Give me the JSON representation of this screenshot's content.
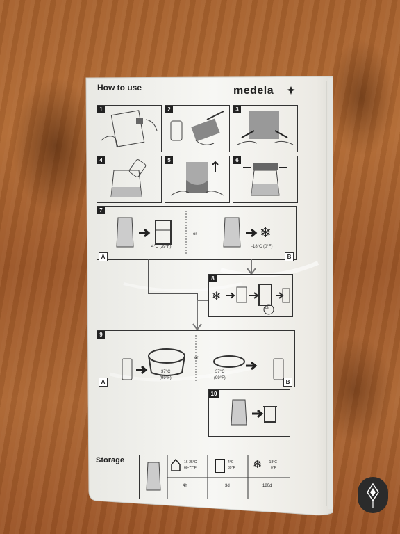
{
  "bag": {
    "header": "How to use",
    "brand": "medela",
    "steps": [
      "1",
      "2",
      "3",
      "4",
      "5",
      "6",
      "7",
      "8",
      "9",
      "10"
    ],
    "step7": {
      "or": "or",
      "temp_fridge": "4°C (39°F)",
      "temp_freezer": "-18°C (0°F)",
      "tag_a": "A",
      "tag_b": "B"
    },
    "step8": {
      "thaw_time": "8h"
    },
    "step9": {
      "or": "or",
      "temp_a": "37°C",
      "temp_a_f": "(99°F)",
      "temp_b": "37°C",
      "temp_b_f": "(99°F)",
      "tag_a": "A",
      "tag_b": "B"
    },
    "storage": {
      "title": "Storage",
      "room_c": "16-25°C",
      "room_f": "60-77°F",
      "room_time": "4h",
      "fridge_c": "4°C",
      "fridge_f": "39°F",
      "fridge_time": "3d",
      "freezer_c": "-18°C",
      "freezer_f": "0°F",
      "freezer_time": "180d"
    }
  },
  "colors": {
    "wood": "#a7612d",
    "bag": "#f1f1ee",
    "ink": "#222222"
  }
}
